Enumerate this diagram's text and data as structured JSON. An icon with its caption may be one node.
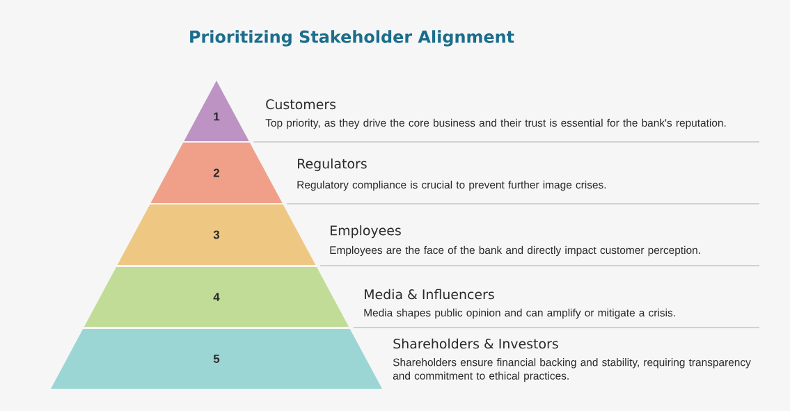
{
  "diagram": {
    "title": "Prioritizing Stakeholder Alignment",
    "nodes": [
      {
        "text": [
          "1"
        ],
        "beside": [
          "Customers",
          "Top priority, as they drive the core business and their trust is essential for the bank's reputation."
        ]
      },
      {
        "text": [
          "2"
        ],
        "beside": [
          "Regulators",
          "Regulatory compliance is crucial to prevent further image crises."
        ]
      },
      {
        "text": [
          "3"
        ],
        "beside": [
          "Employees",
          "Employees are the face of the bank and directly impact customer perception."
        ]
      },
      {
        "text": [
          "4"
        ],
        "beside": [
          "Media & Influencers",
          "Media shapes public opinion and can amplify or mitigate a crisis."
        ]
      },
      {
        "text": [
          "5"
        ],
        "beside": [
          "Shareholders & Investors",
          "Shareholders ensure financial backing and stability, requiring transparency and commitment to ethical practices."
        ]
      }
    ]
  }
}
